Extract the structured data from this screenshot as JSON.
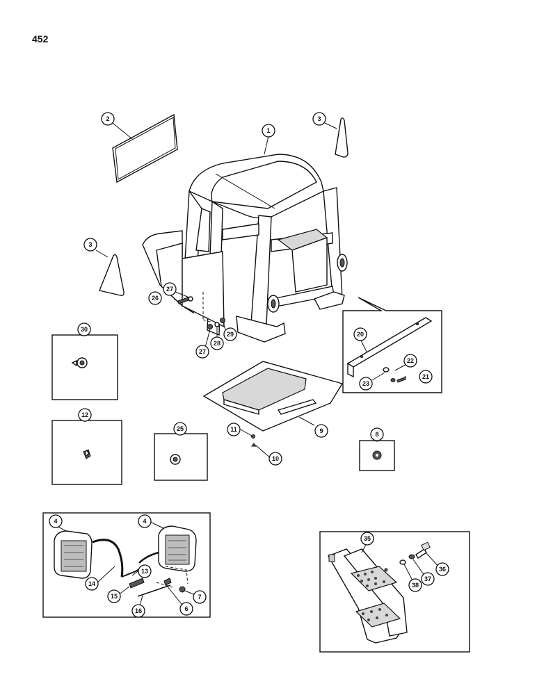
{
  "page_number": "452",
  "callouts": [
    {
      "id": "c1",
      "label": "1"
    },
    {
      "id": "c2",
      "label": "2"
    },
    {
      "id": "c3a",
      "label": "3"
    },
    {
      "id": "c3b",
      "label": "3"
    },
    {
      "id": "c4a",
      "label": "4"
    },
    {
      "id": "c4b",
      "label": "4"
    },
    {
      "id": "c6",
      "label": "6"
    },
    {
      "id": "c7",
      "label": "7"
    },
    {
      "id": "c8",
      "label": "8"
    },
    {
      "id": "c9",
      "label": "9"
    },
    {
      "id": "c10",
      "label": "10"
    },
    {
      "id": "c11",
      "label": "11"
    },
    {
      "id": "c12",
      "label": "12"
    },
    {
      "id": "c13",
      "label": "13"
    },
    {
      "id": "c14",
      "label": "14"
    },
    {
      "id": "c15",
      "label": "15"
    },
    {
      "id": "c16",
      "label": "16"
    },
    {
      "id": "c20",
      "label": "20"
    },
    {
      "id": "c21",
      "label": "21"
    },
    {
      "id": "c22",
      "label": "22"
    },
    {
      "id": "c23",
      "label": "23"
    },
    {
      "id": "c25",
      "label": "25"
    },
    {
      "id": "c26",
      "label": "26"
    },
    {
      "id": "c27a",
      "label": "27"
    },
    {
      "id": "c27b",
      "label": "27"
    },
    {
      "id": "c28",
      "label": "28"
    },
    {
      "id": "c29",
      "label": "29"
    },
    {
      "id": "c30",
      "label": "30"
    },
    {
      "id": "c35",
      "label": "35"
    },
    {
      "id": "c36",
      "label": "36"
    },
    {
      "id": "c37",
      "label": "37"
    },
    {
      "id": "c38",
      "label": "38"
    }
  ]
}
